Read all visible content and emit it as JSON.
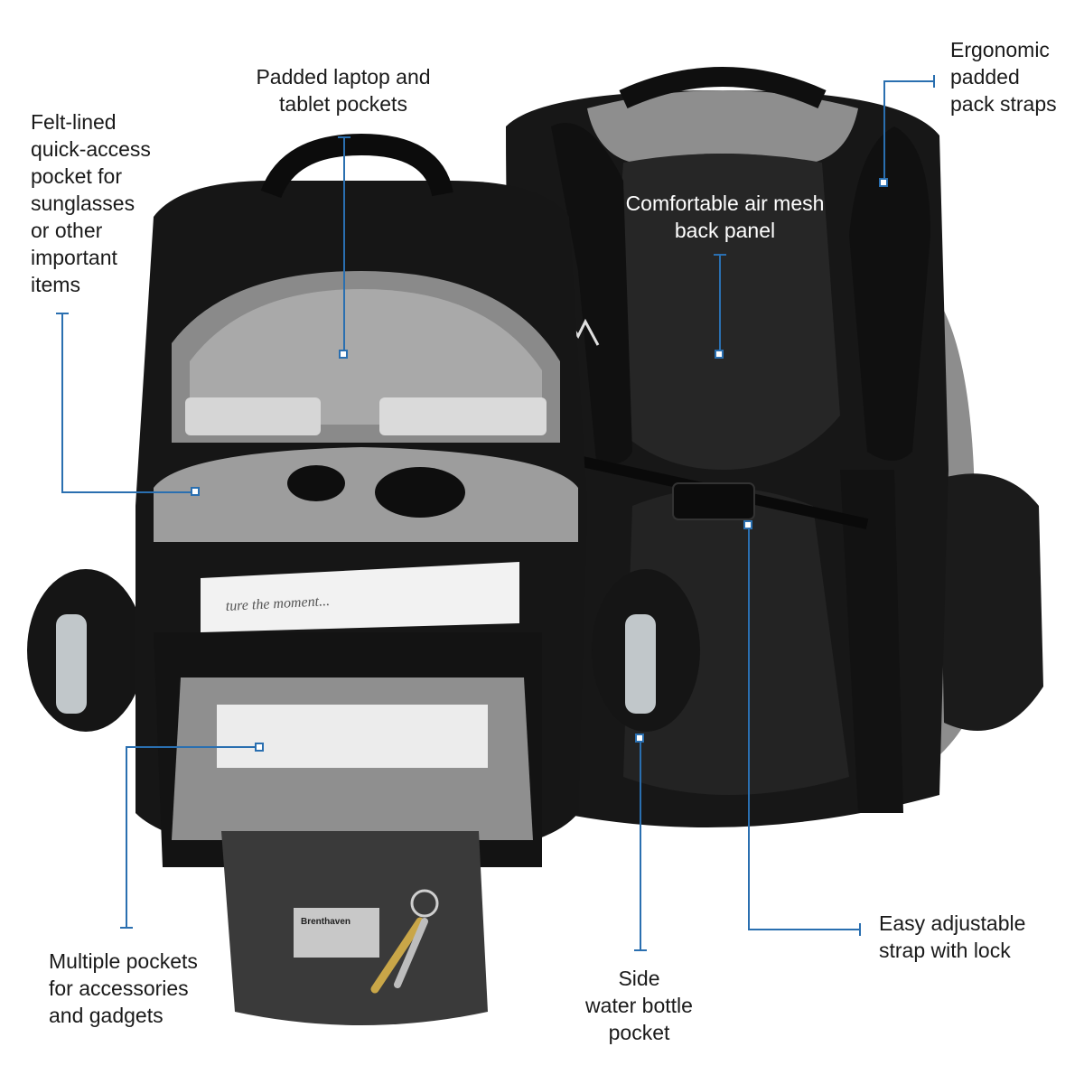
{
  "colors": {
    "accent_line": "#2a6fb0",
    "bag_black": "#141414",
    "bag_grey": "#9a9a9a",
    "background": "#ffffff"
  },
  "icons": [
    "backpack-front-illustration",
    "backpack-back-illustration",
    "brand-mountain-logo"
  ],
  "callouts": {
    "laptop": "Padded laptop and\ntablet pockets",
    "felt": "Felt-lined\nquick-access\npocket for\nsunglasses\nor other\nimportant\nitems",
    "mesh": "Comfortable air mesh\nback panel",
    "straps": "Ergonomic\npadded\npack straps",
    "pockets": "Multiple pockets\nfor accessories\nand gadgets",
    "bottle": "Side\nwater bottle\npocket",
    "strap_lock": "Easy adjustable\nstrap with lock"
  },
  "product": {
    "brand": "Brenthaven",
    "notebook_text": "ture the moment..."
  }
}
